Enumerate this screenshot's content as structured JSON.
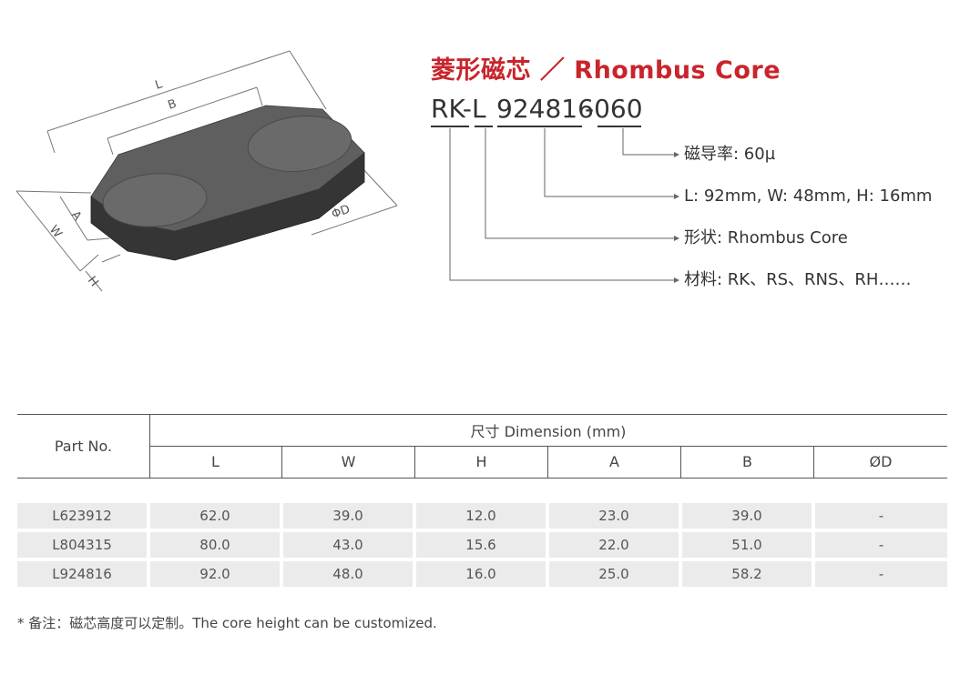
{
  "title": "菱形磁芯 ／ Rhombus Core",
  "part_code": {
    "prefix": "RK-L",
    "size": "924816",
    "separator": "-",
    "permeability": "060"
  },
  "callouts": [
    {
      "label": "磁导率: 60µ"
    },
    {
      "label": "L: 92mm, W: 48mm, H: 16mm"
    },
    {
      "label": "形状: Rhombus Core"
    },
    {
      "label": "材料: RK、RS、RNS、RH……"
    }
  ],
  "drawing": {
    "labels": {
      "L": "L",
      "B": "B",
      "W": "W",
      "A": "A",
      "H": "H",
      "D": "ΦD"
    },
    "colors": {
      "top": "#5f5f5f",
      "side": "#353535",
      "circle": "#6a6a6a",
      "line": "#777777"
    }
  },
  "table": {
    "part_header": "Part No.",
    "dimension_header": "尺寸 Dimension (mm)",
    "columns": [
      "L",
      "W",
      "H",
      "A",
      "B",
      "ØD"
    ],
    "rows": [
      {
        "part": "L623912",
        "values": [
          "62.0",
          "39.0",
          "12.0",
          "23.0",
          "39.0",
          "-"
        ]
      },
      {
        "part": "L804315",
        "values": [
          "80.0",
          "43.0",
          "15.6",
          "22.0",
          "51.0",
          "-"
        ]
      },
      {
        "part": "L924816",
        "values": [
          "92.0",
          "48.0",
          "16.0",
          "25.0",
          "58.2",
          "-"
        ]
      }
    ]
  },
  "note": "* 备注：磁芯高度可以定制。The core height can be customized.",
  "colors": {
    "accent": "#c9252c",
    "row_bg": "#ebebeb",
    "rule": "#555555"
  }
}
